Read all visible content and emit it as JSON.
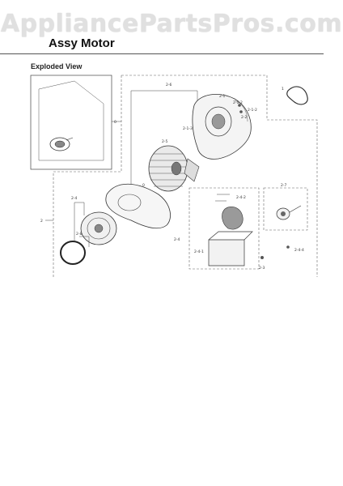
{
  "watermark": "AppliancePartsPros.com",
  "page": {
    "title": "Assy Motor",
    "subtitle": "Exploded View"
  },
  "callouts": [
    "0",
    "1",
    "2",
    "2-1",
    "2-1-2",
    "2-1-2",
    "2-2",
    "2-3",
    "2-4",
    "2-4-1",
    "2-4-2",
    "2-5",
    "2-6",
    "2-7",
    "2-8",
    "0",
    "2-1-3",
    "2-4-4"
  ],
  "colors": {
    "line": "#444444",
    "dash": "#666666",
    "watermark": "#e0e0e0"
  }
}
